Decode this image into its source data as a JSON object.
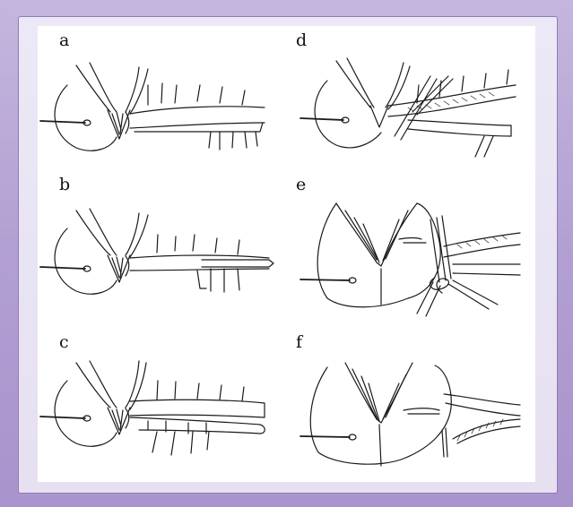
{
  "panels": [
    {
      "label": "a"
    },
    {
      "label": "b"
    },
    {
      "label": "c"
    },
    {
      "label": "d"
    },
    {
      "label": "e"
    },
    {
      "label": "f"
    }
  ],
  "colors": {
    "frame": "#b8a8d6",
    "panel": "#ebe6f4",
    "figure_bg": "#ffffff",
    "ink": "#1a1a1a"
  }
}
